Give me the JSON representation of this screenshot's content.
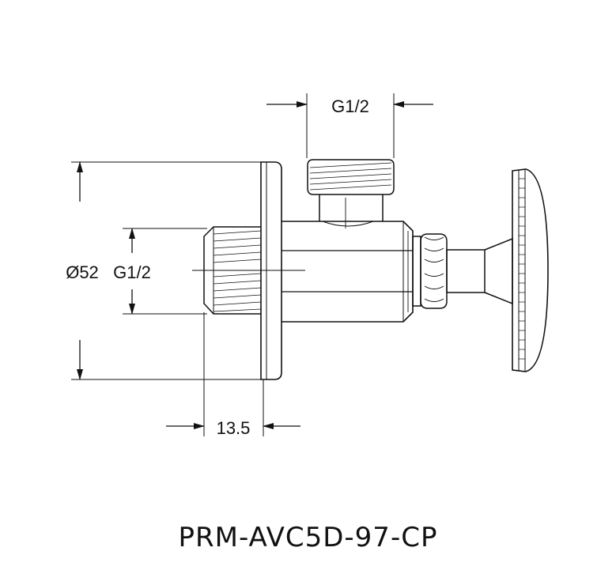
{
  "drawing": {
    "top_dimension_label": "G1/2",
    "diameter_label": "Ø52",
    "inlet_thread_label": "G1/2",
    "depth_label": "13.5",
    "line_color": "#111111",
    "background_color": "#ffffff"
  },
  "model_code": "PRM-AVC5D-97-CP"
}
